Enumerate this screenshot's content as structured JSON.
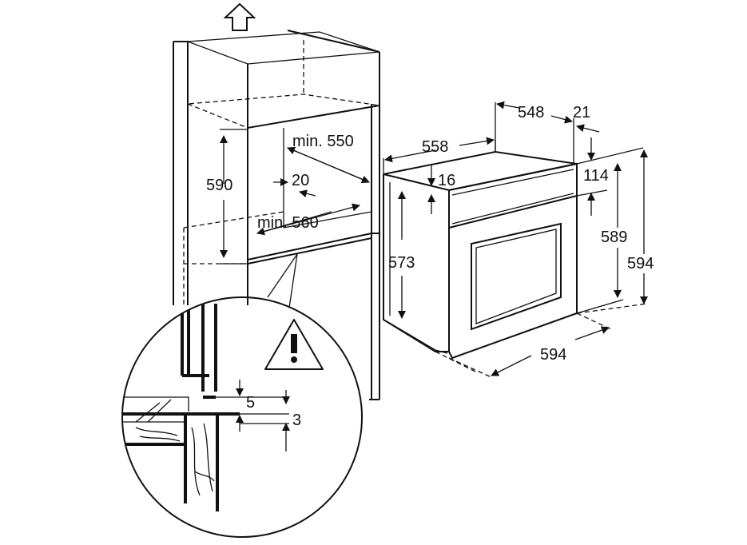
{
  "dimensions": {
    "cabinet_height": "590",
    "cabinet_depth_min": "min. 550",
    "gap_back": "20",
    "cabinet_width_min": "min. 560",
    "oven_depth_total": "558",
    "oven_body_depth": "548",
    "door_offset": "21",
    "front_offset": "16",
    "panel_height": "114",
    "body_height": "573",
    "front_height": "589",
    "overall_height": "594",
    "overall_width": "594",
    "detail_gap": "5",
    "detail_offset": "3"
  },
  "icons": [
    "up-arrow-icon",
    "warning-icon"
  ]
}
